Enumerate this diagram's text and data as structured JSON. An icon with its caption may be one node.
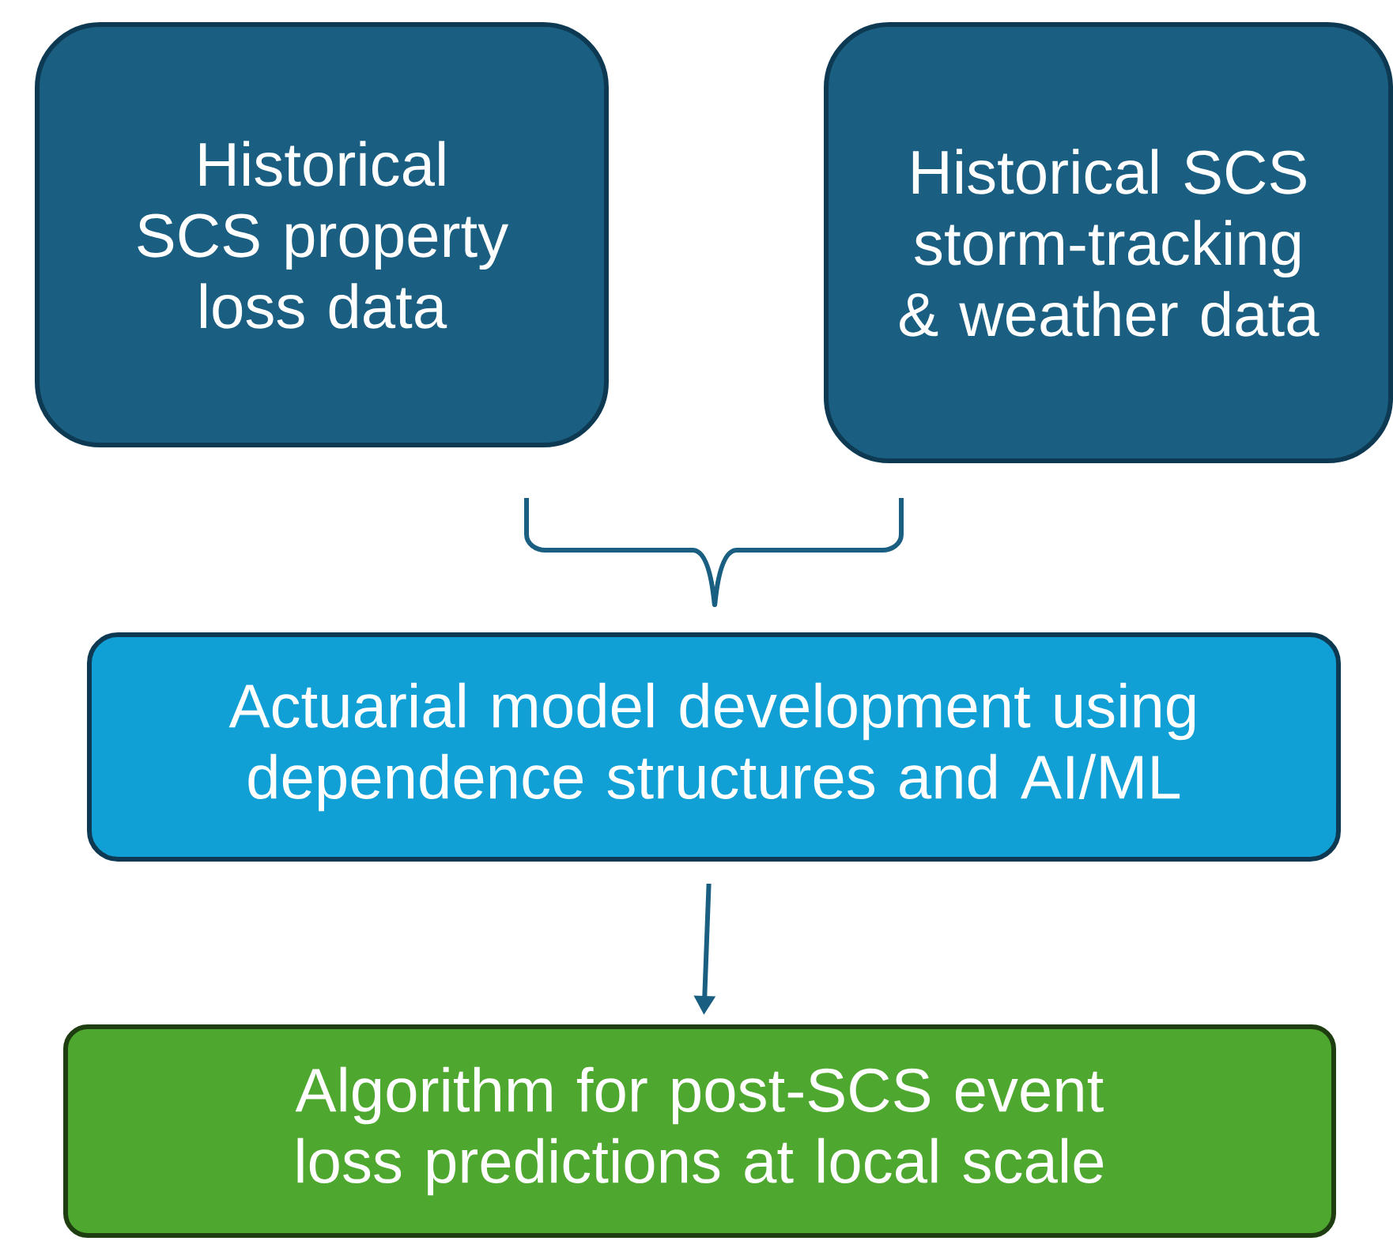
{
  "diagram": {
    "nodes": [
      {
        "text": [
          "Historical SCS property loss data"
        ]
      },
      {
        "text": [
          "Historical SCS storm-tracking & weather data"
        ]
      },
      {
        "text": [
          "Actuarial model development using dependence structures and AI/ML"
        ]
      },
      {
        "text": [
          "Algorithm for post-SCS event loss predictions at local scale"
        ]
      }
    ],
    "edges": [
      {
        "from": 2,
        "to": 3,
        "arrow": "to"
      }
    ]
  }
}
